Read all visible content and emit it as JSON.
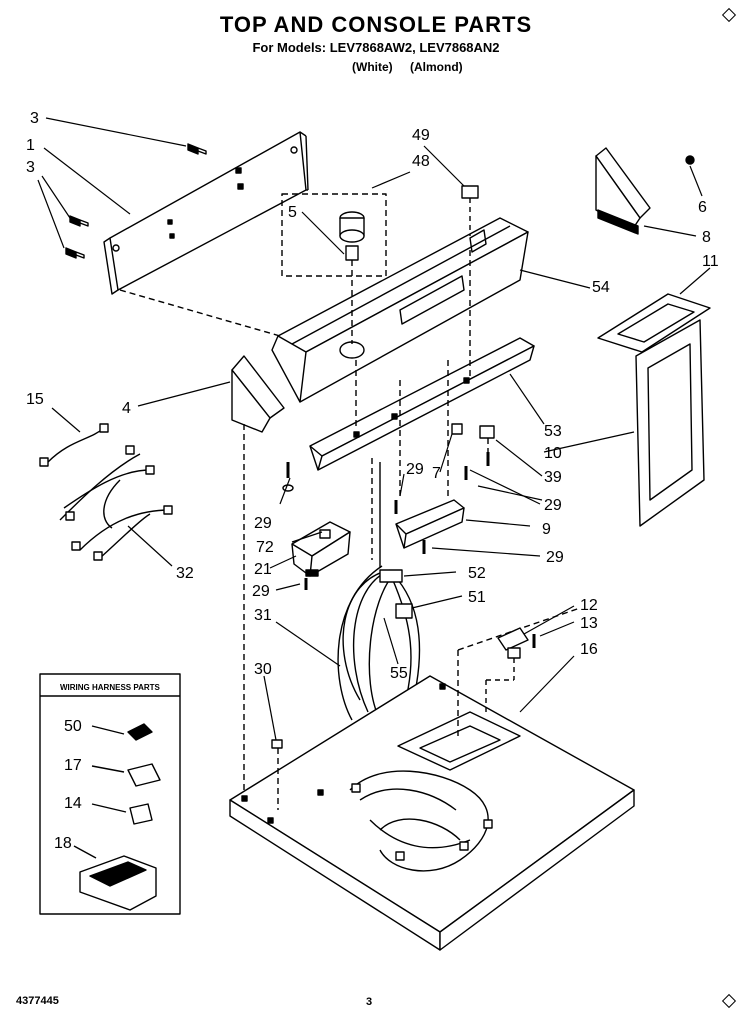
{
  "header": {
    "title": "TOP AND CONSOLE PARTS",
    "models_line": "For Models: LEV7868AW2, LEV7868AN2",
    "color_white": "(White)",
    "color_almond": "(Almond)"
  },
  "inset": {
    "title": "WIRING HARNESS PARTS",
    "labels": [
      "50",
      "17",
      "14",
      "18"
    ]
  },
  "part_labels": [
    "3",
    "1",
    "3",
    "49",
    "48",
    "5",
    "6",
    "8",
    "11",
    "54",
    "4",
    "15",
    "53",
    "10",
    "7",
    "29",
    "39",
    "29",
    "29",
    "9",
    "72",
    "29",
    "21",
    "52",
    "29",
    "51",
    "31",
    "12",
    "13",
    "16",
    "32",
    "30",
    "55"
  ],
  "footer": {
    "doc_number": "4377445",
    "page": "3"
  }
}
